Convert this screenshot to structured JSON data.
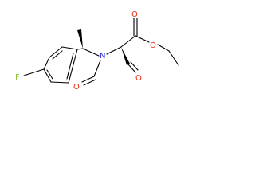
{
  "molecule": {
    "atoms": {
      "fluorine": "F",
      "nitrogen": "N",
      "carbonyl_oxygen_formyl": "O",
      "aldehyde_oxygen": "O",
      "ester_carbonyl_oxygen": "O",
      "ester_oxygen": "O"
    },
    "colors": {
      "bond": "#000000",
      "fluorine": "#8fbf3f",
      "nitrogen": "#2a2ad8",
      "oxygen": "#e8301a"
    }
  }
}
